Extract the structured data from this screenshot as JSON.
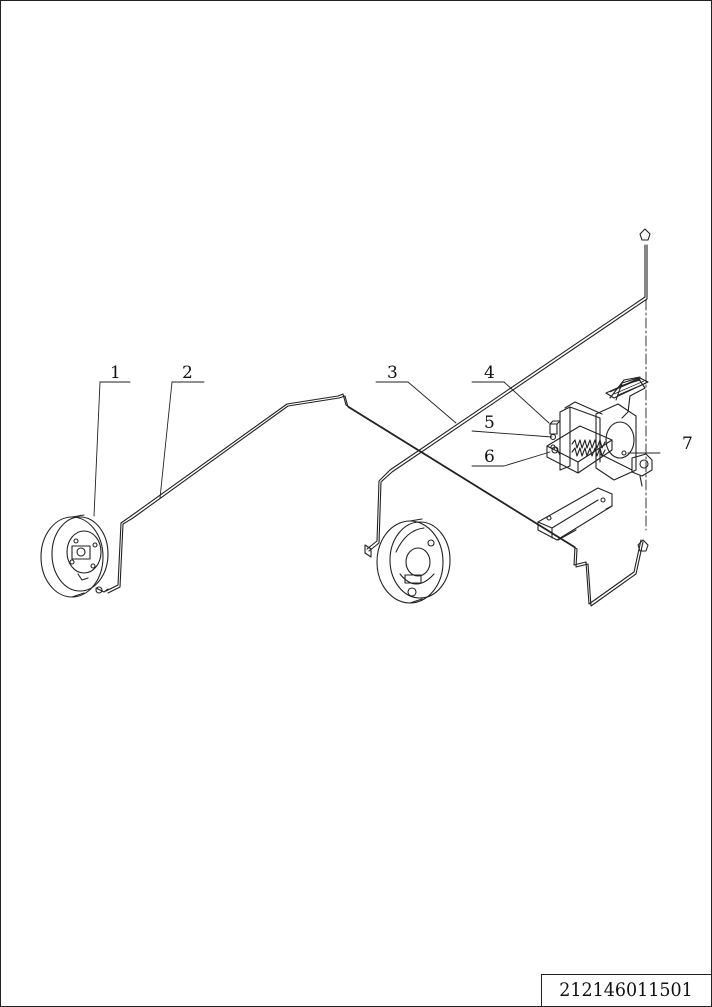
{
  "callouts": [
    {
      "id": "1",
      "label": "1"
    },
    {
      "id": "2",
      "label": "2"
    },
    {
      "id": "3",
      "label": "3"
    },
    {
      "id": "4",
      "label": "4"
    },
    {
      "id": "5",
      "label": "5"
    },
    {
      "id": "6",
      "label": "6"
    },
    {
      "id": "7",
      "label": "7"
    }
  ],
  "title_block": {
    "drawing_number": "212146011501"
  }
}
